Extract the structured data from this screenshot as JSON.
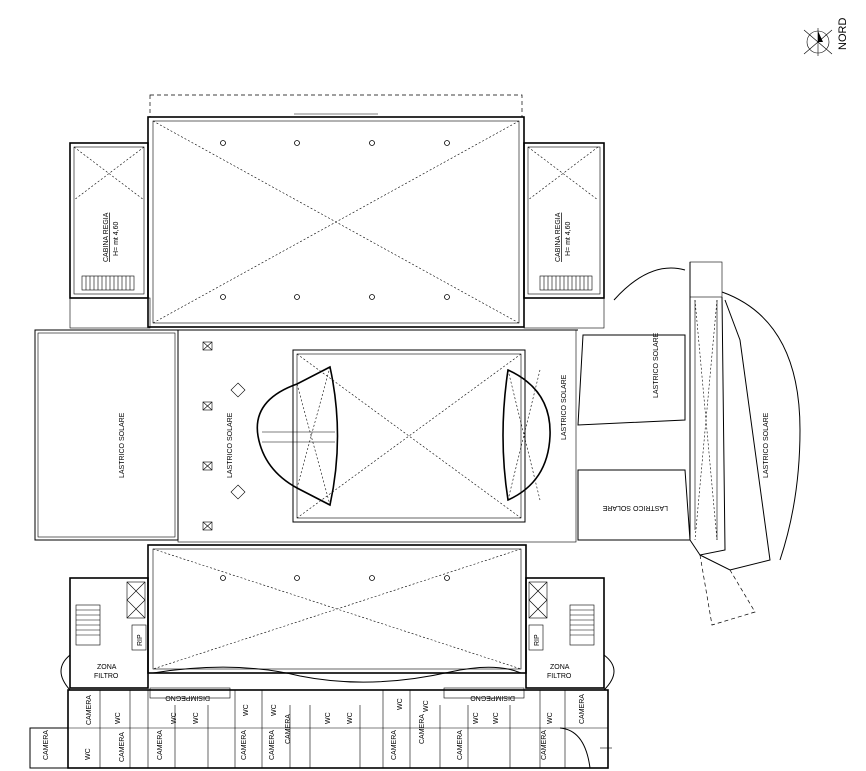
{
  "compass": {
    "label": "NORD"
  },
  "labels": {
    "lastrico_west": "LASTRICO SOLARE",
    "lastrico_center": "LASTRICO SOLARE",
    "lastrico_east_a": "LASTRICO SOLARE",
    "lastrico_east_b": "LASTRICO SOLARE",
    "lastrico_east_c": "LASTRICO SOLARE",
    "lastrico_east_d": "LASTRICO SOLARE",
    "cabina_left_1": "CABINA REGIA",
    "cabina_left_2": "H= mt 4,60",
    "cabina_right_1": "CABINA REGIA",
    "cabina_right_2": "H= mt 4,60",
    "rip_left": "RIP",
    "rip_right": "RIP",
    "zona_left_1": "ZONA",
    "zona_left_2": "FILTRO",
    "zona_right_1": "ZONA",
    "zona_right_2": "FILTRO",
    "disimpegno_left": "DISIMPEGNO",
    "disimpegno_right": "DISIMPEGNO"
  },
  "rooms": {
    "camera": "CAMERA",
    "wc": "WC"
  }
}
